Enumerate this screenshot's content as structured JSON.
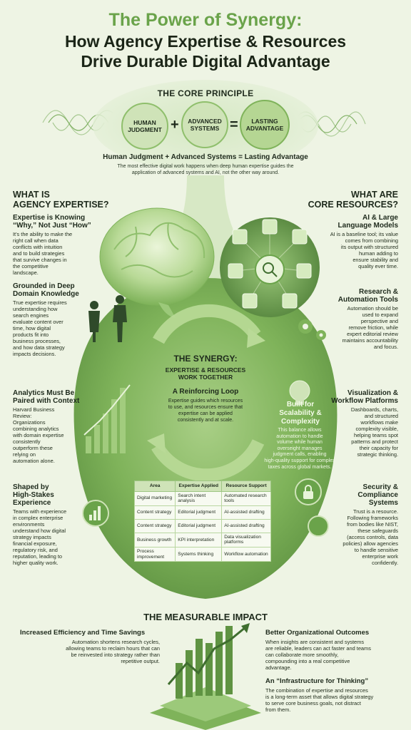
{
  "title": {
    "line1": "The Power of Synergy:",
    "line2": "How Agency Expertise & Resources",
    "line3": "Drive Durable Digital Advantage"
  },
  "core": {
    "heading": "THE CORE PRINCIPLE",
    "circle1": [
      "HUMAN",
      "JUDGMENT"
    ],
    "circle2": [
      "ADVANCED",
      "SYSTEMS"
    ],
    "circle3": [
      "LASTING",
      "ADVANTAGE"
    ],
    "plus": "+",
    "equals": "=",
    "equation": "Human Judgment + Advanced Systems = Lasting Advantage",
    "description": "The most effective digital work happens when deep human expertise guides the application of advanced systems and AI, not the other way around."
  },
  "left": {
    "heading": [
      "WHAT IS",
      "AGENCY EXPERTISE?"
    ],
    "items": [
      {
        "title": [
          "Expertise is Knowing",
          "“Why,” Not Just “How”"
        ],
        "text": [
          "It's the ability to make the",
          "right call when data",
          "conflicts with intuition",
          "and to build strategies",
          "that survive changes in",
          "the competitive",
          "landscape."
        ]
      },
      {
        "title": [
          "Grounded in Deep",
          "Domain Knowledge"
        ],
        "text": [
          "True expertise requires",
          "understanding how",
          "search engines",
          "evaluate content over",
          "time, how digital",
          "products fit into",
          "business processes,",
          "and how data strategy",
          "impacts decisions."
        ]
      },
      {
        "title": [
          "Analytics Must Be",
          "Paired with Context"
        ],
        "text": [
          "Harvard Business",
          "Review:",
          "Organizations",
          "combining analytics",
          "with domain expertise",
          "consistently",
          "outperform these",
          "relying on",
          "automation alone."
        ]
      },
      {
        "title": [
          "Shaped by",
          "High-Stakes",
          "Experience"
        ],
        "text": [
          "Teams with experience",
          "in complex enterprise",
          "environments",
          "understand how digital",
          "strategy impacts",
          "financial exposure,",
          "regulatory risk, and",
          "reputation, leading to",
          "higher quality work."
        ]
      }
    ]
  },
  "right": {
    "heading": [
      "WHAT ARE",
      "CORE RESOURCES?"
    ],
    "items": [
      {
        "title": [
          "AI & Large",
          "Language Models"
        ],
        "text": [
          "AI is a baseline tool; its value",
          "comes from combining",
          "its output with structured",
          "human adding to",
          "ensure stability and",
          "quality ever time."
        ]
      },
      {
        "title": [
          "Research &",
          "Automation Tools"
        ],
        "text": [
          "Automation should be",
          "used to expand",
          "perspective and",
          "remove friction, while",
          "expert editorial review",
          "maintains accountability",
          "and focus."
        ]
      },
      {
        "title": [
          "Visualization &",
          "Workflow Platforms"
        ],
        "text": [
          "Dashboards, charts,",
          "and structured",
          "workflows make",
          "complexity visible,",
          "helping teams spot",
          "patterns and protect",
          "their capacity for",
          "strategic thinking."
        ]
      },
      {
        "title": [
          "Security &",
          "Compliance",
          "Systems"
        ],
        "text": [
          "Trust is a resource.",
          "Following frameworks",
          "from bodies like NIST,",
          "these safeguards",
          "(access controls, data",
          "policies) allow agencies",
          "to handle sensitive",
          "enterprise work",
          "confidently."
        ]
      }
    ]
  },
  "synergy": {
    "heading": "THE SYNERGY:",
    "subheading": [
      "EXPERTISE & RESOURCES",
      "WORK TOGETHER"
    ],
    "loop_title": "A Reinforcing Loop",
    "loop_text": [
      "Expertise guides which resources",
      "to use, and resources ensure that",
      "expertise can be applied",
      "consistently and at scale."
    ],
    "built_title": [
      "Built for",
      "Scalability &",
      "Complexity"
    ],
    "built_text": [
      "This balance allows",
      "automation to handle",
      "volume while human",
      "overseight manages",
      "judgment calls, enabling",
      "high-quality support for complex",
      "taxes across global markets."
    ]
  },
  "table": {
    "headers": [
      "Area",
      "Expertise Applied",
      "Resource Support"
    ],
    "rows": [
      [
        "Digital marketing",
        "Search intent analysis",
        "Automated research tools"
      ],
      [
        "Content strategy",
        "Editorial judgment",
        "AI-assisted drafting"
      ],
      [
        "Content strategy",
        "Editorial judgment",
        "AI-assisted drafting"
      ],
      [
        "Business growth",
        "KPI interpretation",
        "Data visualization platforms"
      ],
      [
        "Process improvement",
        "Systems thinking",
        "Workflow automation"
      ]
    ]
  },
  "impact": {
    "heading": "THE MEASURABLE IMPACT",
    "left_title": "Increased Efficiency and Time Savings",
    "left_text": [
      "Automation shortens research cycles,",
      "allowing teams to reclaim hours that can",
      "be reinvested into strategy rather than",
      "repetitive output."
    ],
    "right1_title": "Better Organizational Outcomes",
    "right1_text": [
      "When insights are consistent and systems",
      "are reliable, leaders can act faster and teams",
      "can collaborate more smoothly,",
      "compounding into a real competitive",
      "advantage."
    ],
    "right2_title": "An “Infrastructure for Thinking”",
    "right2_text": [
      "The combination of expertise and resources",
      "is a long-term asset that allows digital strategy",
      "to serve core business goals, not distract",
      "from them."
    ]
  },
  "icons": [
    "brain-icon",
    "people-icon",
    "ai-network-icon",
    "gear-icon",
    "bar-chart-icon",
    "lightbulb-icon",
    "lock-shield-icon",
    "growth-arrow-icon",
    "sound-wave-icon"
  ],
  "colors": {
    "accent": "#6aa34a",
    "dark_green": "#3f6e2f",
    "light_green": "#cfe3b8",
    "background": "#eef4e4"
  }
}
